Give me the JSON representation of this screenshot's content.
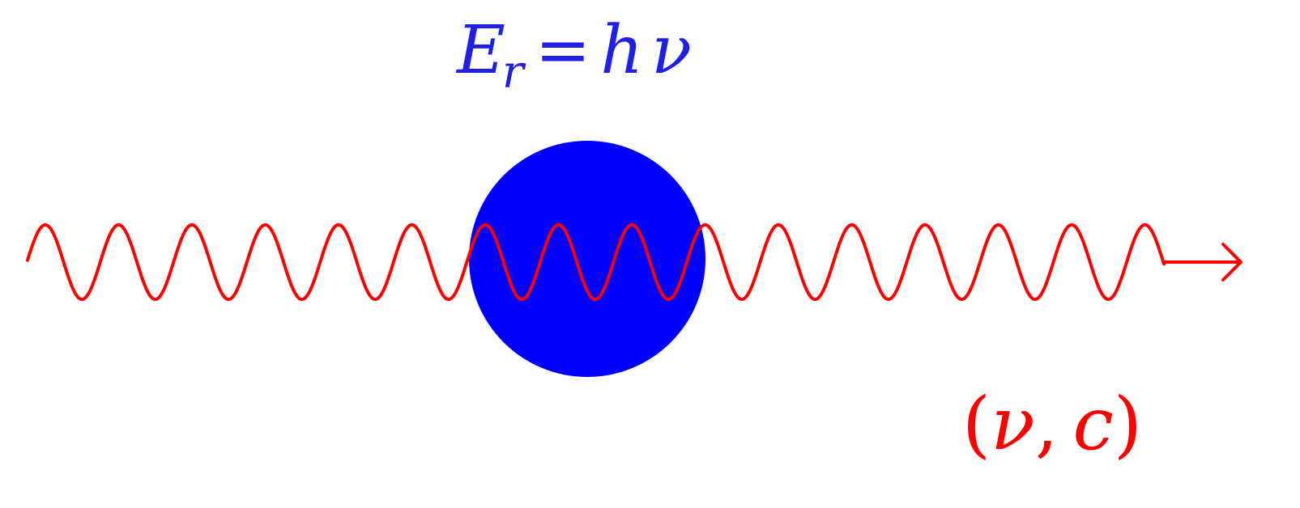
{
  "colors": {
    "particle": "#0000ff",
    "wave": "#ff0000",
    "equation_text": "#1f1fe6",
    "tuple_text": "#ff0000",
    "background": "#ffffff"
  },
  "equation": {
    "lhs": "E",
    "subscript": "r",
    "operator": "=",
    "constant": "h",
    "variable": "ν"
  },
  "wave_label": {
    "open": "(",
    "frequency": "ν",
    "separator": ",",
    "speed": "c",
    "close": ")"
  },
  "wave": {
    "cycles": 15.5,
    "direction": "right"
  },
  "particle": {
    "shape": "circle"
  }
}
